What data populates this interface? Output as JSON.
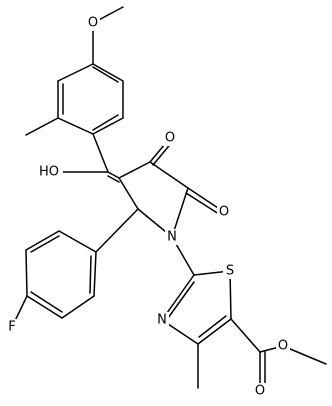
{
  "structure": {
    "atom_labels": {
      "o_methoxy": "O",
      "o_hydroxy": "HO",
      "o_ketone": "O",
      "o_lactam": "O",
      "n_pyrrolidine": "N",
      "s_thiazole": "S",
      "n_thiazole": "N",
      "f_fluoro": "F",
      "o_ester_carbonyl": "O",
      "o_ester_ether": "O"
    }
  }
}
